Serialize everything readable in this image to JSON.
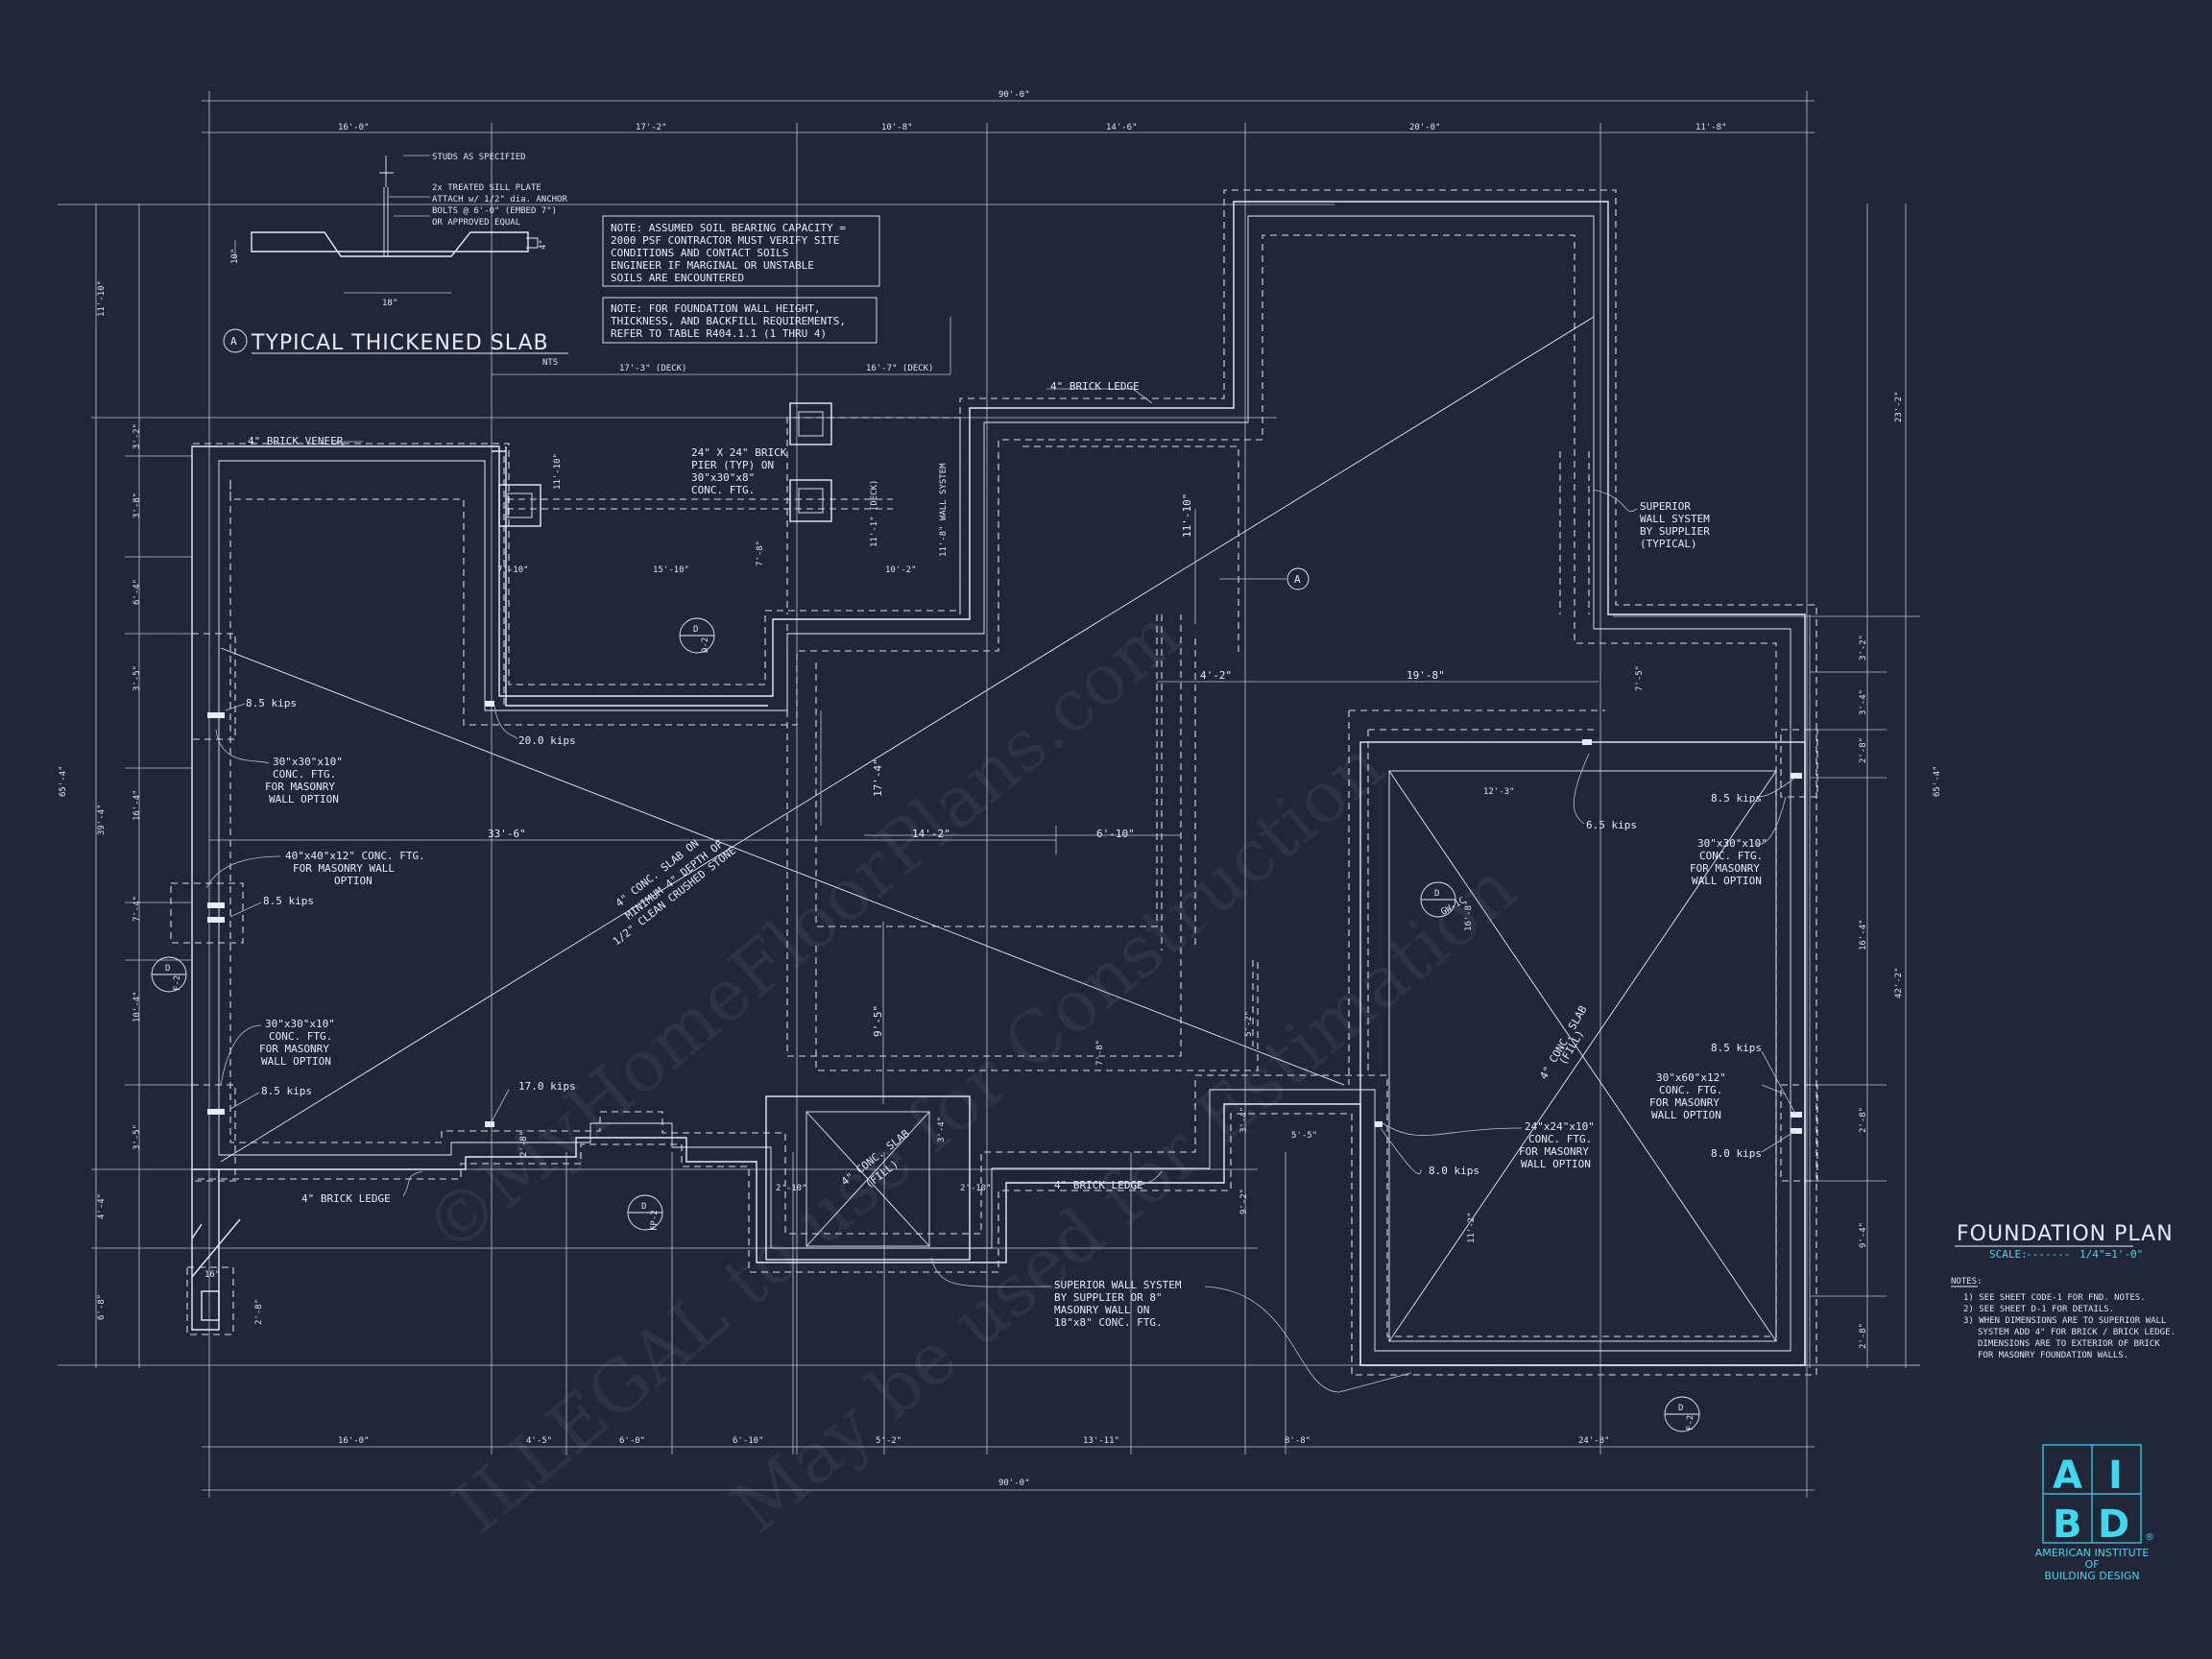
{
  "colors": {
    "background": "#222639",
    "line": "#e8ecf6",
    "accent": "#41d7ee"
  },
  "watermark": {
    "line1": "©MyHomeFloorPlans.com",
    "line2": "ILLEGAL to use for Construction",
    "line3": "May be used for Estimation"
  },
  "dims": {
    "overall_top": "90'-0\"",
    "overall_bottom": "90'-0\"",
    "top": [
      "16'-0\"",
      "17'-2\"",
      "10'-8\"",
      "14'-6\"",
      "20'-0\"",
      "11'-8\""
    ],
    "bottom": [
      "16'-0\"",
      "4'-5\"",
      "6'-0\"",
      "6'-10\"",
      "5'-2\"",
      "13'-11\"",
      "8'-8\"",
      "24'-8\""
    ],
    "left_outer": "65'-4\"",
    "left_a": "11'-10\"",
    "left_b": "39'-4\"",
    "left_c": "4'-4\"",
    "left_d": "6'-8\"",
    "left_ticks": [
      "3'-2\"",
      "3'-8\"",
      "6'-4\"",
      "3'-5\"",
      "16'-4\"",
      "7'-4\"",
      "10'-4\"",
      "3'-5\""
    ],
    "right_outer": "65'-4\"",
    "right_a": "23'-2\"",
    "right_b": "42'-2\"",
    "right_ticks": [
      "3'-2\"",
      "3'-4\"",
      "2'-8\"",
      "16'-4\"",
      "2'-8\"",
      "9'-4\"",
      "2'-8\""
    ],
    "deck_left": "17'-3\" (DECK)",
    "deck_right": "16'-7\" (DECK)",
    "interior": {
      "d1": "33'-6\"",
      "d2": "14'-2\"",
      "d3": "6'-10\"",
      "d4": "4'-2\"",
      "d5": "19'-8\"",
      "d6": "17'-4\"",
      "d7": "11'-10\"",
      "d8": "9'-5\"",
      "d9": "7'-8\"",
      "d10": "15'-10\"",
      "d11": "7'-10\"",
      "d12": "10'-2\"",
      "d13": "11'-1\" (DECK)",
      "d14": "11'-8\" WALL SYSTEM",
      "d15": "7'-8\"",
      "d16": "12'-3\"",
      "d17": "9'-2\"",
      "d18": "5'-5\"",
      "d19": "16'-8\"",
      "d20": "11'-2\"",
      "d21": "7'-5\"",
      "d22": "16\"",
      "d23": "2'-8\"",
      "d24": "2'-8\"",
      "d25": "2'-10\"",
      "d26": "2'-10\"",
      "d27": "3'-4\"",
      "d28": "3'-4\"",
      "d29": "5'-2\"",
      "d30": "11'-10\""
    }
  },
  "detail": {
    "studs": "STUDS AS SPECIFIED",
    "sill1": "2x TREATED SILL PLATE",
    "sill2": "ATTACH w/ 1/2\" dia. ANCHOR",
    "sill3": "BOLTS @ 6'-0\" (EMBED 7\")",
    "sill4": "OR APPROVED EQUAL",
    "dim_a": "10\"",
    "dim_b": "18\"",
    "dim_c": "4\"",
    "tag": "A",
    "title": "TYPICAL THICKENED SLAB",
    "nts": "NTS"
  },
  "notes_box": {
    "n1": [
      "NOTE: ASSUMED SOIL BEARING CAPACITY =",
      "2000 PSF CONTRACTOR MUST VERIFY SITE",
      "CONDITIONS AND CONTACT SOILS",
      "ENGINEER IF MARGINAL OR UNSTABLE",
      "SOILS ARE ENCOUNTERED"
    ],
    "n2": [
      "NOTE: FOR FOUNDATION WALL HEIGHT,",
      "THICKNESS, AND BACKFILL REQUIREMENTS,",
      "REFER TO TABLE R404.1.1 (1 THRU 4)"
    ]
  },
  "labels": {
    "brick_veneer": "4\" BRICK VENEER",
    "brick_ledge_top": "4\" BRICK LEDGE",
    "pier": [
      "24\" X 24\" BRICK",
      "PIER (TYP) ON",
      "30\"x30\"x8\"",
      "CONC. FTG."
    ],
    "superior_right": [
      "SUPERIOR",
      "WALL SYSTEM",
      "BY SUPPLIER",
      "(TYPICAL)"
    ],
    "kips_l1": "8.5 kips",
    "kips_c1": "20.0 kips",
    "kips_l2": "8.5 kips",
    "kips_l3": "8.5 kips",
    "kips_c2": "17.0 kips",
    "kips_r1": "6.5 kips",
    "kips_r2": "8.5 kips",
    "kips_r3": "8.5 kips",
    "kips_r4": "8.0 kips",
    "kips_r5": "8.0 kips",
    "ftg_l1": [
      "30\"x30\"x10\"",
      "CONC. FTG.",
      "FOR MASONRY",
      "WALL OPTION"
    ],
    "ftg_l2": [
      "40\"x40\"x12\" CONC. FTG.",
      "FOR MASONRY WALL",
      "OPTION"
    ],
    "ftg_l3": [
      "30\"x30\"x10\"",
      "CONC. FTG.",
      "FOR MASONRY",
      "WALL OPTION"
    ],
    "ftg_r1": [
      "30\"x30\"x10\"",
      "CONC. FTG.",
      "FOR MASONRY",
      "WALL OPTION"
    ],
    "ftg_r2": [
      "30\"x60\"x12\"",
      "CONC. FTG.",
      "FOR MASONRY",
      "WALL OPTION"
    ],
    "ftg_r3": [
      "24\"x24\"x10\"",
      "CONC. FTG.",
      "FOR MASONRY",
      "WALL OPTION"
    ],
    "slab_main": [
      "4\" CONC. SLAB ON",
      "MINIMUM 4\" DEPTH OF",
      "1/2\" CLEAN CRUSHED STONE"
    ],
    "slab_fill_c": [
      "4\" CONC. SLAB",
      "(FILL)"
    ],
    "slab_fill_r": [
      "4\" CONC. SLAB",
      "(FILL)"
    ],
    "brick_ledge_bl": "4\" BRICK LEDGE",
    "brick_ledge_bc": "4\" BRICK LEDGE",
    "superior_bottom": [
      "SUPERIOR WALL SYSTEM",
      "BY SUPPLIER OR 8\"",
      "MASONRY WALL ON",
      "18\"x8\" CONC. FTG."
    ],
    "sec_a": "A",
    "tag_d2_top": "D",
    "tag_d2_bot": "D-2",
    "tag_f2_top": "D",
    "tag_f2_bot": "F-2",
    "tag_fp2_top": "D",
    "tag_fp2_bot": "FP-2",
    "tag_gw_top": "D",
    "tag_gw_bot": "GW-1C",
    "tag_d2b_top": "D",
    "tag_d2b_bot": "F-2"
  },
  "title_block": {
    "title": "FOUNDATION PLAN",
    "scale_label": "SCALE:",
    "scale_value": "1/4\"=1'-0\"",
    "notes_heading": "NOTES:",
    "notes": [
      "1) SEE SHEET CODE-1 FOR FND. NOTES.",
      "2) SEE SHEET D-1 FOR DETAILS.",
      "3) WHEN DIMENSIONS ARE TO SUPERIOR WALL",
      "SYSTEM ADD 4\" FOR BRICK / BRICK LEDGE.",
      "DIMENSIONS ARE TO EXTERIOR OF BRICK",
      "FOR MASONRY FOUNDATION WALLS."
    ]
  },
  "logo": {
    "l1": "A",
    "l2": "I",
    "l3": "B",
    "l4": "D",
    "reg": "®",
    "line1": "AMERICAN INSTITUTE",
    "line2": "OF",
    "line3": "BUILDING DESIGN"
  }
}
